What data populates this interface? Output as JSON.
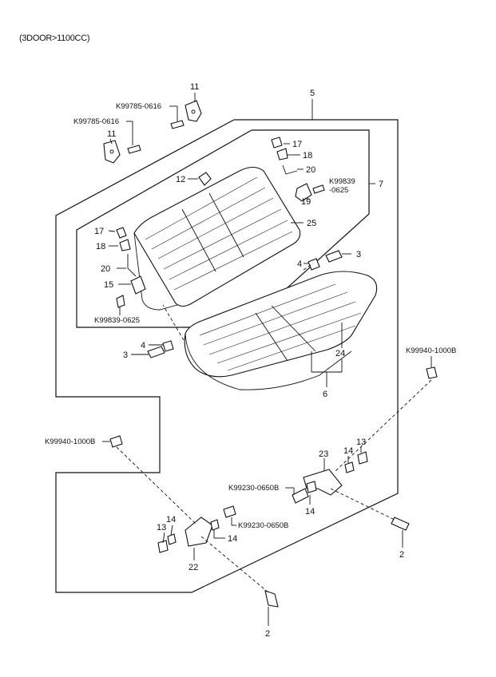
{
  "header": {
    "variant": "(3DOOR>1100CC)"
  },
  "labels": {
    "l11a": "11",
    "l11b": "11",
    "k99785a": "K99785-0616",
    "k99785b": "K99785-0616",
    "l5": "5",
    "l7": "7",
    "l17a": "17",
    "l18a": "18",
    "l20a": "20",
    "k99839a1": "K99839",
    "k99839a2": "-0625",
    "l19": "19",
    "l12": "12",
    "l25": "25",
    "l17b": "17",
    "l18b": "18",
    "l20b": "20",
    "l15": "15",
    "k99839b": "K99839-0625",
    "l4a": "4",
    "l3a": "3",
    "l4b": "4",
    "l3b": "3",
    "l24": "24",
    "l6": "6",
    "k99940a": "K99940-1000B",
    "k99940b": "K99940-1000B",
    "l23": "23",
    "l14a": "14",
    "l13a": "13",
    "k99230a": "K99230-0650B",
    "l14b": "14",
    "l2a": "2",
    "l14c": "14",
    "l13b": "13",
    "k99230b": "K99230-0650B",
    "l14d": "14",
    "l22": "22",
    "l2b": "2"
  }
}
